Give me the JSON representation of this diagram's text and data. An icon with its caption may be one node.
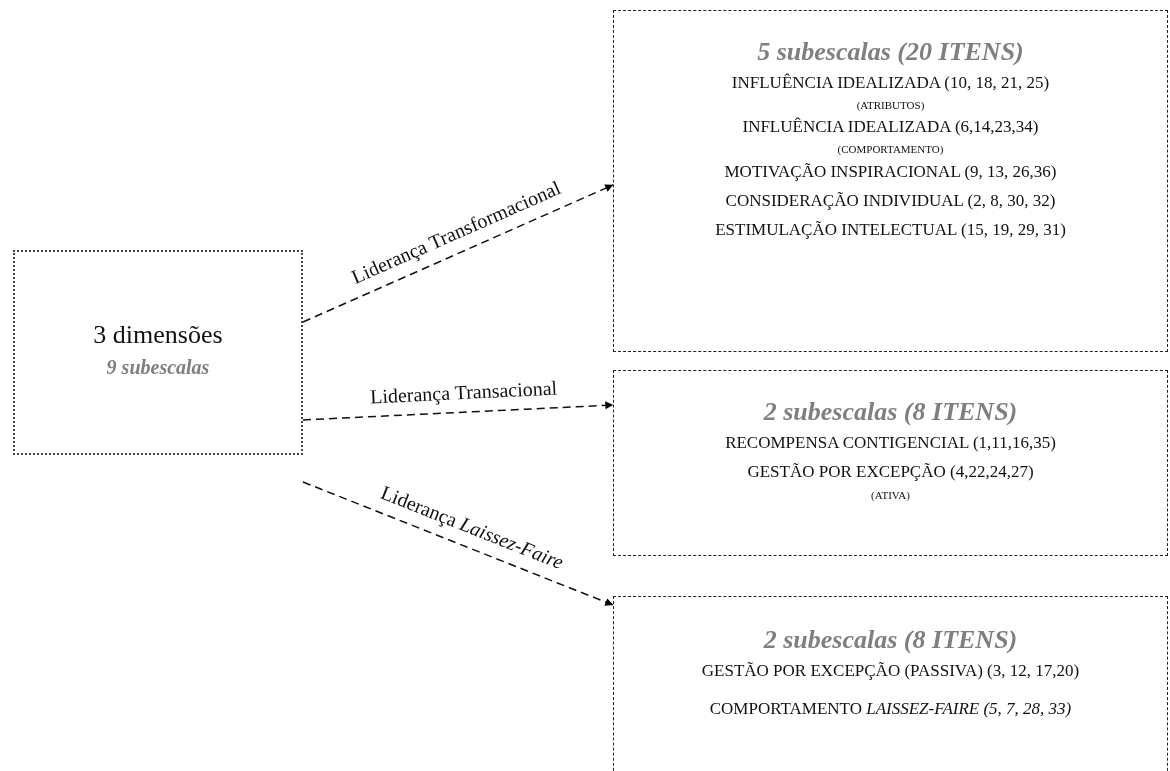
{
  "diagram": {
    "nodes": [
      {
        "text": [
          "3 dimensões",
          "9 subescalas"
        ]
      },
      {
        "text": [
          "5 subescalas (20 ITENS)",
          "INFLUÊNCIA IDEALIZADA (10, 18, 21, 25)",
          "(ATRIBUTOS)",
          "INFLUÊNCIA IDEALIZADA (6,14,23,34)",
          "(COMPORTAMENTO)",
          "MOTIVAÇÃO INSPIRACIONAL (9, 13, 26,36)",
          "CONSIDERAÇÃO INDIVIDUAL (2, 8, 30, 32)",
          "ESTIMULAÇÃO INTELECTUAL (15, 19, 29, 31)"
        ]
      },
      {
        "text": [
          "2 subescalas (8 ITENS)",
          "RECOMPENSA CONTIGENCIAL (1,11,16,35)",
          "GESTÃO POR EXCEPÇÃO (4,22,24,27)",
          "(ATIVA)"
        ]
      },
      {
        "text": [
          "2 subescalas (8 ITENS)",
          "GESTÃO POR EXCEPÇÃO (PASSIVA) (3, 12, 17,20)",
          "COMPORTAMENTO *LAISSEZ-FAIRE (5, 7, 28, 33)*"
        ]
      }
    ],
    "edges": [
      {
        "from": 0,
        "to": 1,
        "arrow": "to",
        "label": "Liderança Transformacional",
        "style": "dashed"
      },
      {
        "from": 0,
        "to": 2,
        "arrow": "to",
        "label": "Liderança Transacional",
        "style": "dashed"
      },
      {
        "from": 0,
        "to": 3,
        "arrow": "to",
        "label": "Liderança *Laissez-Faire*",
        "style": "dashed"
      }
    ]
  }
}
